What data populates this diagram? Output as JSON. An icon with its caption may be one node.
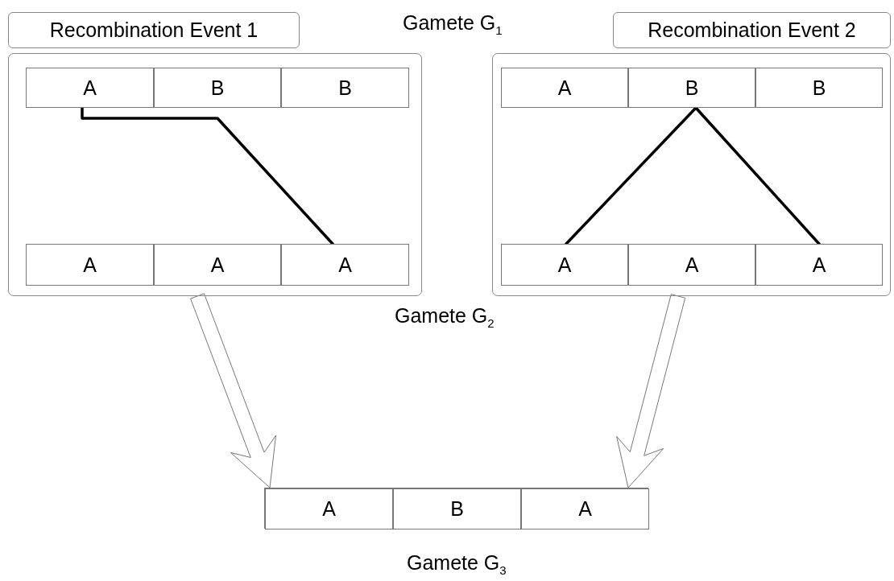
{
  "diagram": {
    "nodes": [
      {
        "text": [
          "Recombination Event 1"
        ]
      },
      {
        "text": [
          "A"
        ],
        "in": 0
      },
      {
        "text": [
          "B"
        ],
        "in": 0
      },
      {
        "text": [
          "B"
        ],
        "in": 0
      },
      {
        "text": [
          "A"
        ],
        "in": 0
      },
      {
        "text": [
          "A"
        ],
        "in": 0
      },
      {
        "text": [
          "A"
        ],
        "in": 0
      },
      {
        "text": [
          "Recombination Event 2"
        ]
      },
      {
        "text": [
          "A"
        ],
        "in": 7
      },
      {
        "text": [
          "B"
        ],
        "in": 7
      },
      {
        "text": [
          "B"
        ],
        "in": 7
      },
      {
        "text": [
          "A"
        ],
        "in": 7
      },
      {
        "text": [
          "A"
        ],
        "in": 7
      },
      {
        "text": [
          "A"
        ],
        "in": 7
      },
      {
        "text": [],
        "shape": "bar"
      },
      {
        "text": [
          "A"
        ],
        "in": 14
      },
      {
        "text": [
          "B"
        ],
        "in": 14
      },
      {
        "text": [
          "A"
        ],
        "in": 14
      }
    ],
    "edges": [
      {
        "from": 1,
        "to": 6,
        "arrow": "none"
      },
      {
        "from": 9,
        "to": 11,
        "arrow": "none"
      },
      {
        "from": 9,
        "to": 13,
        "arrow": "none"
      },
      {
        "from": 0,
        "to": 14,
        "arrow": "to"
      },
      {
        "from": 7,
        "to": 14,
        "arrow": "to"
      }
    ],
    "labels": [
      "Gamete G$_{1}$",
      "Gamete G$_{2}$",
      "Gamete G$_{3}$"
    ]
  }
}
